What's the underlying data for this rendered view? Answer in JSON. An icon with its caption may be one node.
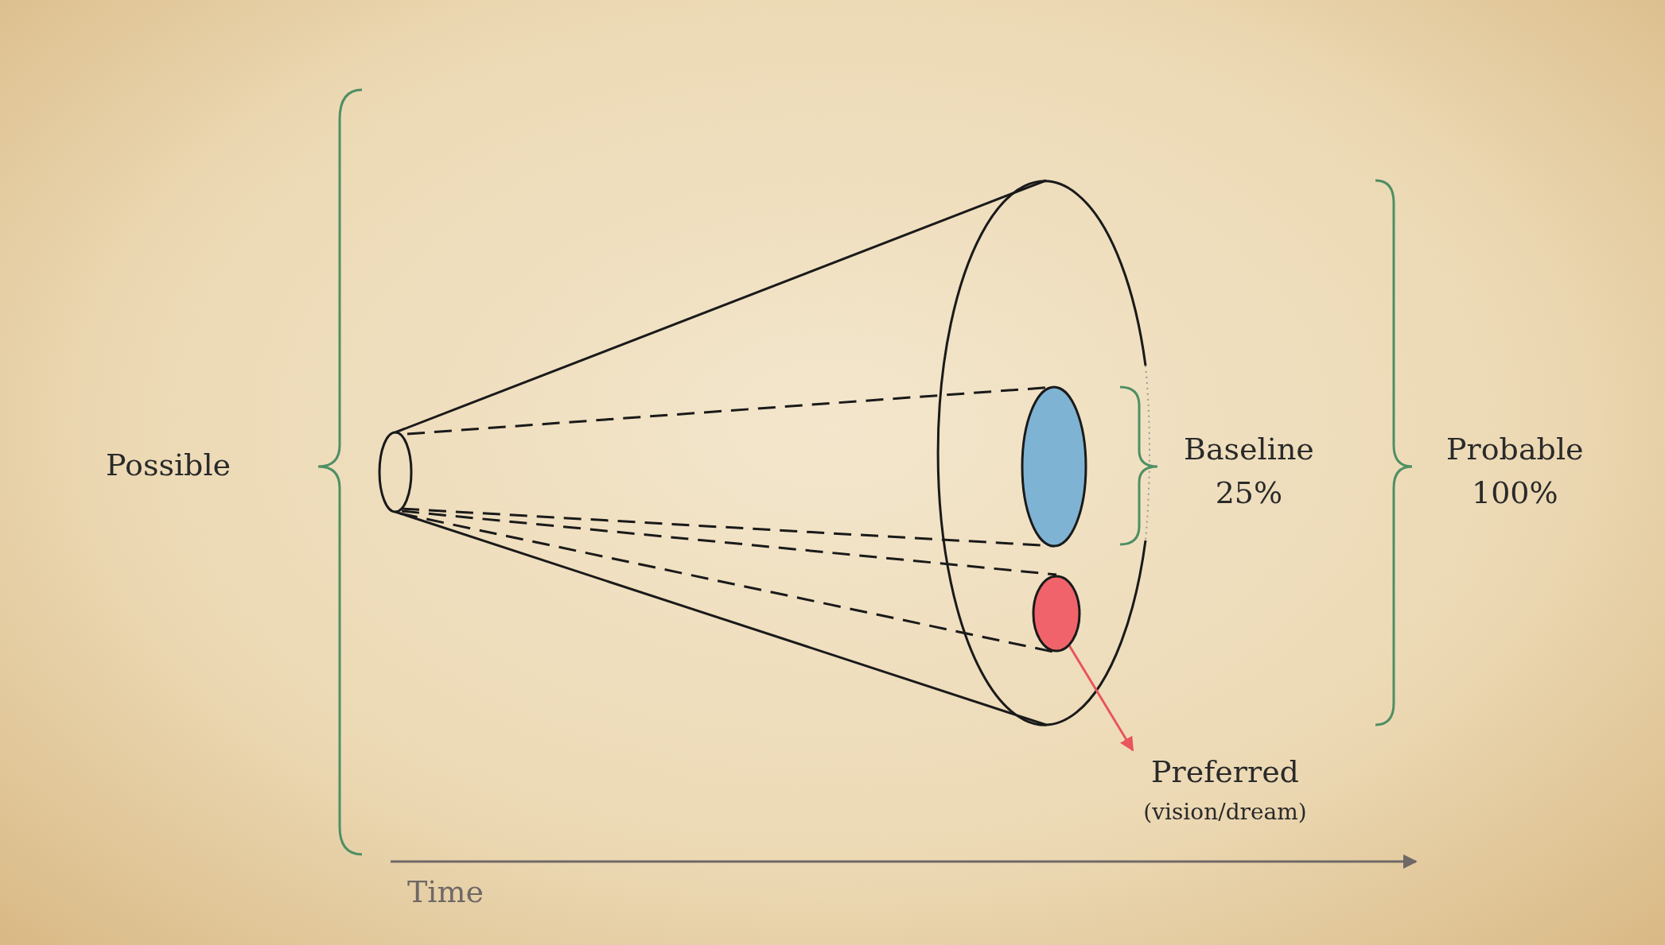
{
  "diagram": {
    "nodes": [
      {
        "text": [],
        "shape": "ellipse"
      },
      {
        "text": [
          "Preferred",
          "(vision/dream)"
        ]
      }
    ],
    "edges": [
      {
        "from": 0,
        "to": 1,
        "arrow": "to"
      }
    ],
    "labels": [
      "Possible",
      "Baseline 25%",
      "Probable 100%",
      "Time"
    ]
  }
}
